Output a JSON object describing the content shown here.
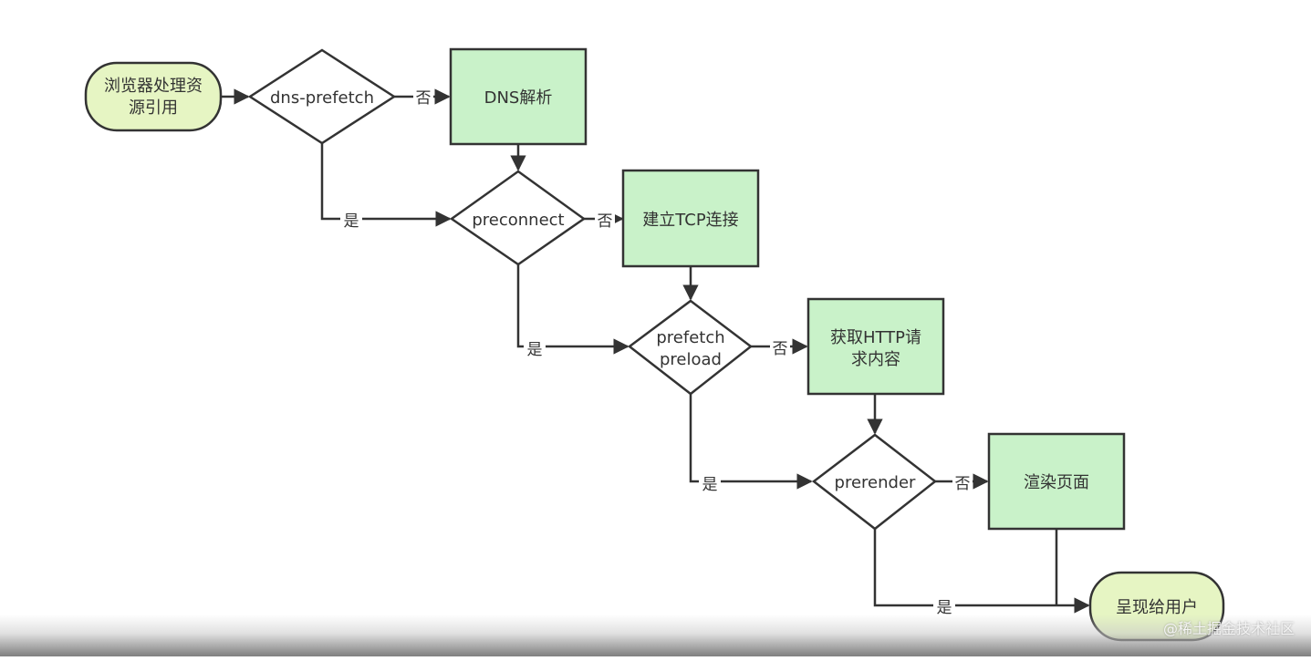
{
  "nodes": {
    "start": {
      "lines": [
        "浏览器处理资",
        "源引用"
      ]
    },
    "dns_prefetch": {
      "lines": [
        "dns-prefetch"
      ]
    },
    "dns_resolve": {
      "lines": [
        "DNS解析"
      ]
    },
    "preconnect": {
      "lines": [
        "preconnect"
      ]
    },
    "tcp_connect": {
      "lines": [
        "建立TCP连接"
      ]
    },
    "prefetch_preload": {
      "lines": [
        "prefetch",
        "preload"
      ]
    },
    "http_request": {
      "lines": [
        "获取HTTP请",
        "求内容"
      ]
    },
    "prerender": {
      "lines": [
        "prerender"
      ]
    },
    "render_page": {
      "lines": [
        "渲染页面"
      ]
    },
    "present": {
      "lines": [
        "呈现给用户"
      ]
    }
  },
  "edge_labels": {
    "no": "否",
    "yes": "是"
  },
  "watermark": "@稀土掘金技术社区",
  "colors": {
    "terminal_fill": "#e6f5c3",
    "process_fill": "#c9f2c9",
    "decision_fill": "#ffffff",
    "stroke": "#333333"
  }
}
